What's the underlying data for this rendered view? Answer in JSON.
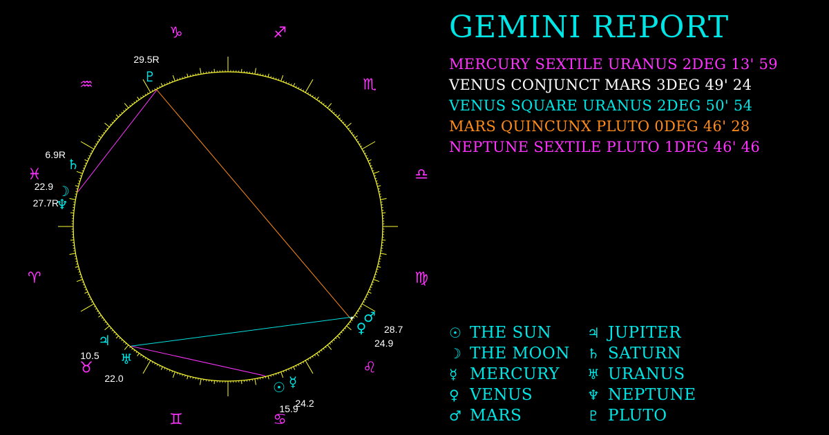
{
  "title": "GEMINI REPORT",
  "colors": {
    "background": "#000000",
    "wheel": "#ffff33",
    "planet": "#00e5e5",
    "sign": "#ff33ff",
    "degree_text": "#ffffff",
    "magenta": "#ff33ff",
    "white": "#ffffff",
    "cyan": "#00e5e5",
    "orange": "#ff8c1a"
  },
  "aspects": [
    {
      "text": "MERCURY SEXTILE URANUS 2DEG 13' 59",
      "color": "#ff33ff"
    },
    {
      "text": "VENUS CONJUNCT MARS 3DEG 49' 24",
      "color": "#ffffff"
    },
    {
      "text": "VENUS SQUARE URANUS 2DEG 50' 54",
      "color": "#00e5e5"
    },
    {
      "text": "MARS QUINCUNX PLUTO 0DEG 46' 28",
      "color": "#ff8c1a"
    },
    {
      "text": "NEPTUNE SEXTILE PLUTO 1DEG 46' 46",
      "color": "#ff33ff"
    }
  ],
  "legend": {
    "col1": [
      {
        "glyph": "☉",
        "icon": "sun-icon",
        "name": "THE SUN"
      },
      {
        "glyph": "☽",
        "icon": "moon-icon",
        "name": "THE MOON"
      },
      {
        "glyph": "☿",
        "icon": "mercury-icon",
        "name": "MERCURY"
      },
      {
        "glyph": "♀",
        "icon": "venus-icon",
        "name": "VENUS"
      },
      {
        "glyph": "♂",
        "icon": "mars-icon",
        "name": "MARS"
      }
    ],
    "col2": [
      {
        "glyph": "♃",
        "icon": "jupiter-icon",
        "name": "JUPITER"
      },
      {
        "glyph": "♄",
        "icon": "saturn-icon",
        "name": "SATURN"
      },
      {
        "glyph": "♅",
        "icon": "uranus-icon",
        "name": "URANUS"
      },
      {
        "glyph": "♆",
        "icon": "neptune-icon",
        "name": "NEPTUNE"
      },
      {
        "glyph": "♇",
        "icon": "pluto-icon",
        "name": "PLUTO"
      }
    ]
  },
  "signs": [
    {
      "glyph": "♑",
      "name": "capricorn"
    },
    {
      "glyph": "♐",
      "name": "sagittarius"
    },
    {
      "glyph": "♏",
      "name": "scorpio"
    },
    {
      "glyph": "♎",
      "name": "libra"
    },
    {
      "glyph": "♍",
      "name": "virgo"
    },
    {
      "glyph": "♌",
      "name": "leo"
    },
    {
      "glyph": "♋",
      "name": "cancer"
    },
    {
      "glyph": "♊",
      "name": "gemini"
    },
    {
      "glyph": "♉",
      "name": "taurus"
    },
    {
      "glyph": "♈",
      "name": "aries"
    },
    {
      "glyph": "♓",
      "name": "pisces"
    },
    {
      "glyph": "♒",
      "name": "aquarius"
    }
  ],
  "planets": [
    {
      "key": "pluto",
      "glyph": "♇",
      "degree": "29.5R"
    },
    {
      "key": "saturn",
      "glyph": "♄",
      "degree": "6.9R"
    },
    {
      "key": "moon",
      "glyph": "☽",
      "degree": "22.9"
    },
    {
      "key": "neptune",
      "glyph": "♆",
      "degree": "27.7R"
    },
    {
      "key": "jupiter",
      "glyph": "♃",
      "degree": "10.5"
    },
    {
      "key": "uranus",
      "glyph": "♅",
      "degree": "22.0"
    },
    {
      "key": "sun",
      "glyph": "☉",
      "degree": "15.9"
    },
    {
      "key": "mercury",
      "glyph": "☿",
      "degree": "24.2"
    },
    {
      "key": "mars",
      "glyph": "♂",
      "degree": "28.7"
    },
    {
      "key": "venus",
      "glyph": "♀",
      "degree": "24.9"
    }
  ],
  "aspect_lines": [
    {
      "from": "pluto",
      "to": "neptune",
      "color": "#ff33ff"
    },
    {
      "from": "pluto",
      "to": "mars",
      "color": "#ff8c1a"
    },
    {
      "from": "uranus",
      "to": "venus",
      "color": "#00e5e5"
    },
    {
      "from": "uranus",
      "to": "mercury",
      "color": "#ff33ff"
    },
    {
      "from": "venus",
      "to": "mars",
      "color": "#ffffff"
    }
  ]
}
